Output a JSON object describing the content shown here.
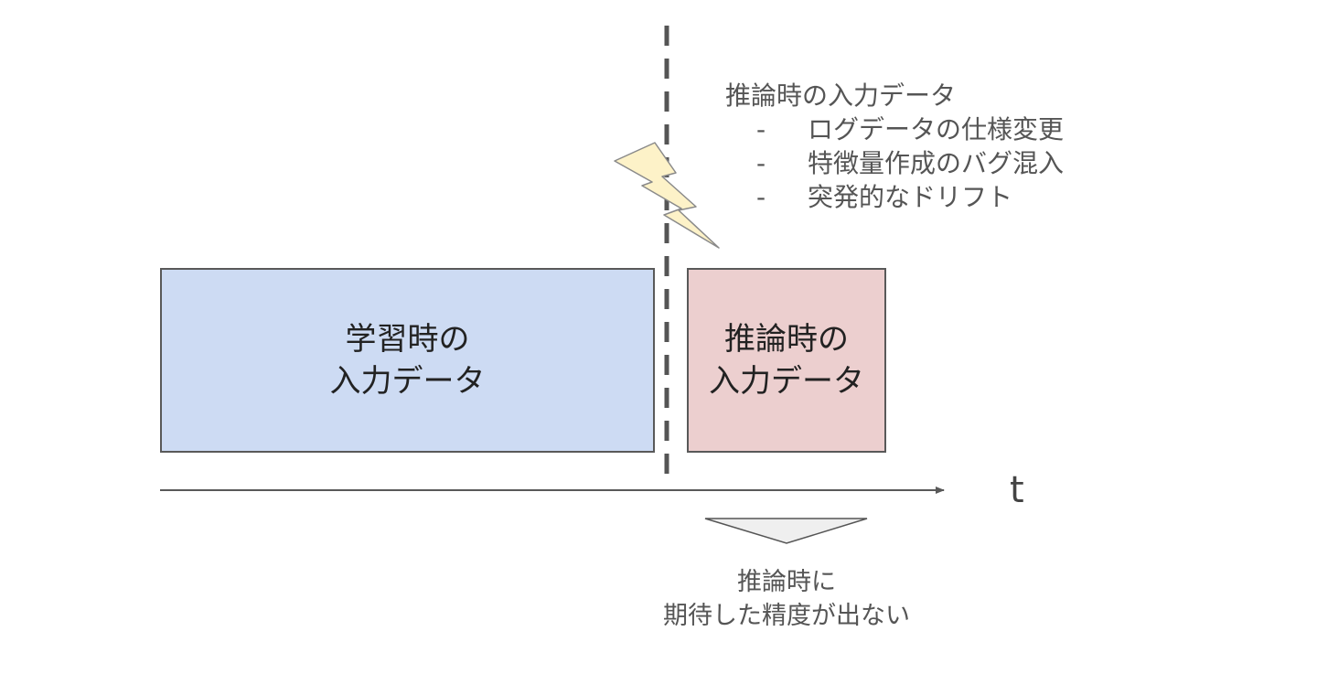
{
  "colors": {
    "training_box_fill": "#cddbf3",
    "inference_box_fill": "#eccfcf",
    "box_border": "#595959",
    "boundary_line": "#555555",
    "axis": "#595959",
    "lightning_fill": "#fdf2c8",
    "lightning_stroke": "#8a8a8a",
    "result_marker_fill": "#efefef",
    "note_text": "#555555",
    "box_text": "#222222"
  },
  "training_box": {
    "line1": "学習時の",
    "line2": "入力データ"
  },
  "inference_box": {
    "line1": "推論時の",
    "line2": "入力データ"
  },
  "time_axis": {
    "label": "t"
  },
  "note": {
    "title": "推論時の入力データ",
    "items": [
      {
        "bullet": "-",
        "text": "ログデータの仕様変更"
      },
      {
        "bullet": "-",
        "text": "特徴量作成のバグ混入"
      },
      {
        "bullet": "-",
        "text": "突発的なドリフト"
      }
    ]
  },
  "result": {
    "line1": "推論時に",
    "line2": "期待した精度が出ない"
  },
  "icons": {
    "lightning": "lightning-bolt-icon",
    "result_marker": "downward-triangle-icon"
  }
}
